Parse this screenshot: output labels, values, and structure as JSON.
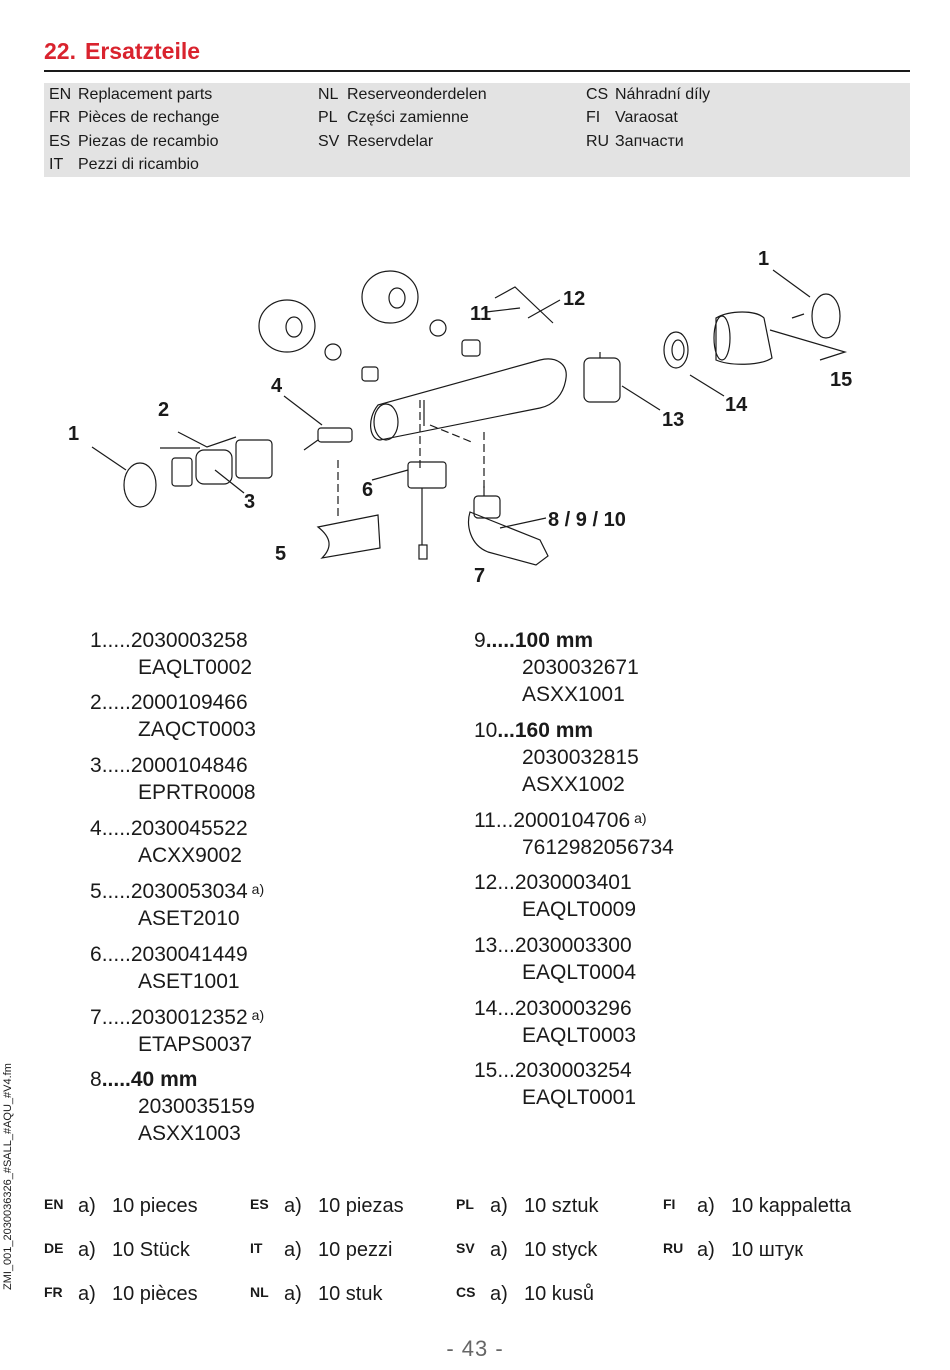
{
  "section": {
    "number": "22.",
    "title": "Ersatzteile"
  },
  "languages": [
    {
      "code": "EN",
      "text": "Replacement parts"
    },
    {
      "code": "FR",
      "text": "Pièces de rechange"
    },
    {
      "code": "ES",
      "text": "Piezas de recambio"
    },
    {
      "code": "IT",
      "text": "Pezzi di ricambio"
    },
    {
      "code": "NL",
      "text": "Reserveonderdelen"
    },
    {
      "code": "PL",
      "text": "Części zamienne"
    },
    {
      "code": "SV",
      "text": "Reservdelar"
    },
    {
      "code": "CS",
      "text": "Náhradní díly"
    },
    {
      "code": "FI",
      "text": "Varaosat"
    },
    {
      "code": "RU",
      "text": "Запчасти"
    }
  ],
  "diagram_labels": [
    "1",
    "2",
    "3",
    "4",
    "5",
    "6",
    "7",
    "8 / 9 / 10",
    "11",
    "12",
    "13",
    "14",
    "15",
    "1"
  ],
  "parts": [
    {
      "num": "1",
      "dots": ".....",
      "main": "2030003258",
      "sub": "EAQLT0002",
      "note": ""
    },
    {
      "num": "2",
      "dots": ".....",
      "main": "2000109466",
      "sub": "ZAQCT0003",
      "note": ""
    },
    {
      "num": "3",
      "dots": ".....",
      "main": "2000104846",
      "sub": "EPRTR0008",
      "note": ""
    },
    {
      "num": "4",
      "dots": ".....",
      "main": "2030045522",
      "sub": "ACXX9002",
      "note": ""
    },
    {
      "num": "5",
      "dots": ".....",
      "main": "2030053034",
      "sub": "ASET2010",
      "note": "a)"
    },
    {
      "num": "6",
      "dots": ".....",
      "main": "2030041449",
      "sub": "ASET1001",
      "note": ""
    },
    {
      "num": "7",
      "dots": ".....",
      "main": "2030012352",
      "sub": "ETAPS0037",
      "note": "a)"
    },
    {
      "num": "8",
      "dots": ".....",
      "main": "40 mm",
      "sub": "2030035159",
      "sub2": "ASXX1003",
      "note": "",
      "bold": true
    },
    {
      "num": "9",
      "dots": ".....",
      "main": "100 mm",
      "sub": "2030032671",
      "sub2": "ASXX1001",
      "note": "",
      "bold": true
    },
    {
      "num": "10",
      "dots": "...",
      "main": "160 mm",
      "sub": "2030032815",
      "sub2": "ASXX1002",
      "note": "",
      "bold": true
    },
    {
      "num": "11",
      "dots": "...",
      "main": "2000104706",
      "sub": "7612982056734",
      "note": "a)"
    },
    {
      "num": "12",
      "dots": "...",
      "main": "2030003401",
      "sub": "EAQLT0009",
      "note": ""
    },
    {
      "num": "13",
      "dots": "...",
      "main": "2030003300",
      "sub": "EAQLT0004",
      "note": ""
    },
    {
      "num": "14",
      "dots": "...",
      "main": "2030003296",
      "sub": "EAQLT0003",
      "note": ""
    },
    {
      "num": "15",
      "dots": "...",
      "main": "2030003254",
      "sub": "EAQLT0001",
      "note": ""
    }
  ],
  "notes": [
    {
      "code": "EN",
      "marker": "a)",
      "text": "10 pieces"
    },
    {
      "code": "DE",
      "marker": "a)",
      "text": "10 Stück"
    },
    {
      "code": "FR",
      "marker": "a)",
      "text": "10 pièces"
    },
    {
      "code": "ES",
      "marker": "a)",
      "text": "10 piezas"
    },
    {
      "code": "IT",
      "marker": "a)",
      "text": "10 pezzi"
    },
    {
      "code": "NL",
      "marker": "a)",
      "text": "10 stuk"
    },
    {
      "code": "PL",
      "marker": "a)",
      "text": "10 sztuk"
    },
    {
      "code": "SV",
      "marker": "a)",
      "text": "10 styck"
    },
    {
      "code": "CS",
      "marker": "a)",
      "text": "10 kusů"
    },
    {
      "code": "FI",
      "marker": "a)",
      "text": "10 kappaletta"
    },
    {
      "code": "RU",
      "marker": "a)",
      "text": "10 штук"
    }
  ],
  "side_text": "ZMI_001_2030036326_#SALL_#AQU_#V4.fm",
  "page_number": "- 43 -"
}
